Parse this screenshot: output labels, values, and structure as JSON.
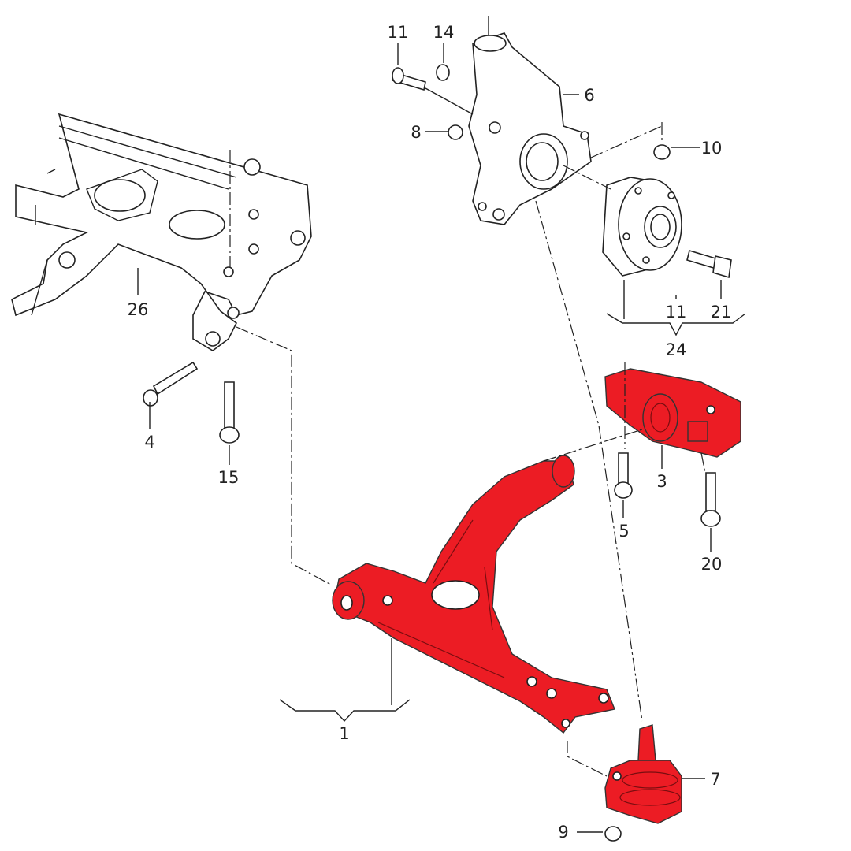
{
  "diagram": {
    "title": "Front suspension lower control arm exploded view",
    "highlight_color": "#ec1c24",
    "labels": {
      "p11a": "11",
      "p14": "14",
      "p6": "6",
      "p8": "8",
      "p10": "10",
      "p26": "26",
      "p4": "4",
      "p15": "15",
      "p11b": "11",
      "p21": "21",
      "p24": "24",
      "p3": "3",
      "p5": "5",
      "p20": "20",
      "p1": "1",
      "p7": "7",
      "p9": "9"
    }
  }
}
